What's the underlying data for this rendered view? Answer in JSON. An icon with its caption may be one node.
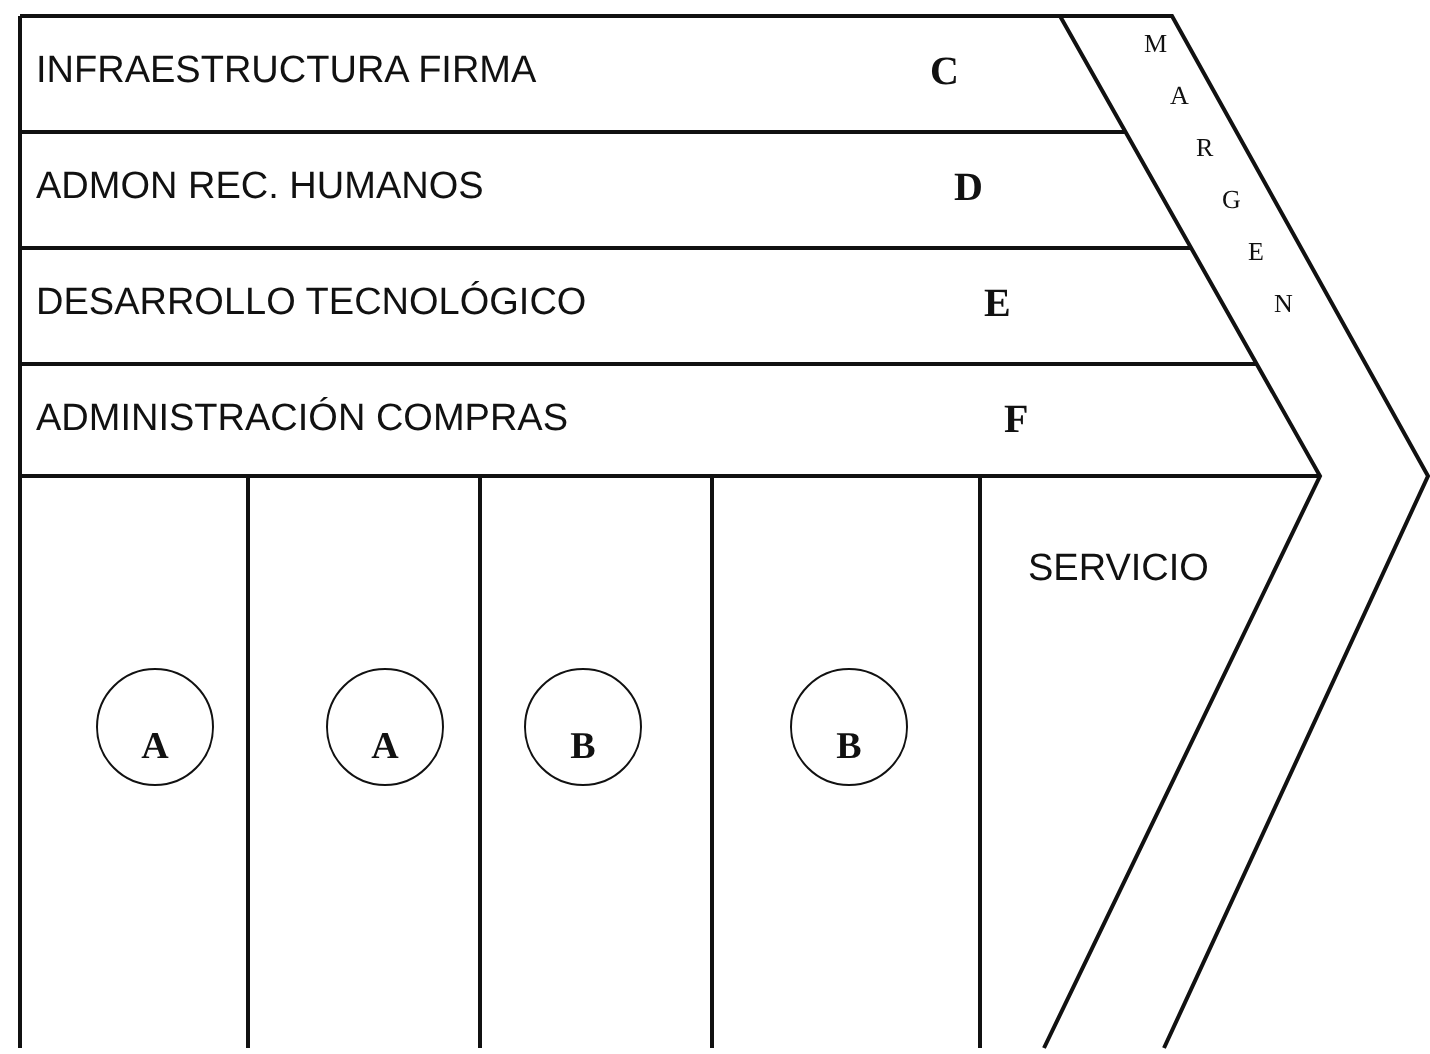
{
  "diagram": {
    "nodes": [
      {
        "text": [
          "INFRAESTRUCTURA FIRMA",
          "C"
        ]
      },
      {
        "text": [
          "ADMON  REC. HUMANOS",
          "D"
        ]
      },
      {
        "text": [
          "DESARROLLO TECNOLÓGICO",
          "E"
        ]
      },
      {
        "text": [
          "ADMINISTRACIÓN COMPRAS",
          "F"
        ]
      },
      {
        "text": [
          "MARGEN"
        ]
      },
      {
        "text": [],
        "shape": "box"
      },
      {
        "text": [],
        "shape": "box"
      },
      {
        "text": [],
        "shape": "box"
      },
      {
        "text": [],
        "shape": "box"
      },
      {
        "text": [
          "SERVICIO"
        ]
      },
      {
        "text": [
          "A"
        ],
        "in": 5
      },
      {
        "text": [
          "A"
        ],
        "in": 6
      },
      {
        "text": [
          "B"
        ],
        "in": 7
      },
      {
        "text": [
          "B"
        ],
        "in": 8
      }
    ],
    "edges": []
  }
}
